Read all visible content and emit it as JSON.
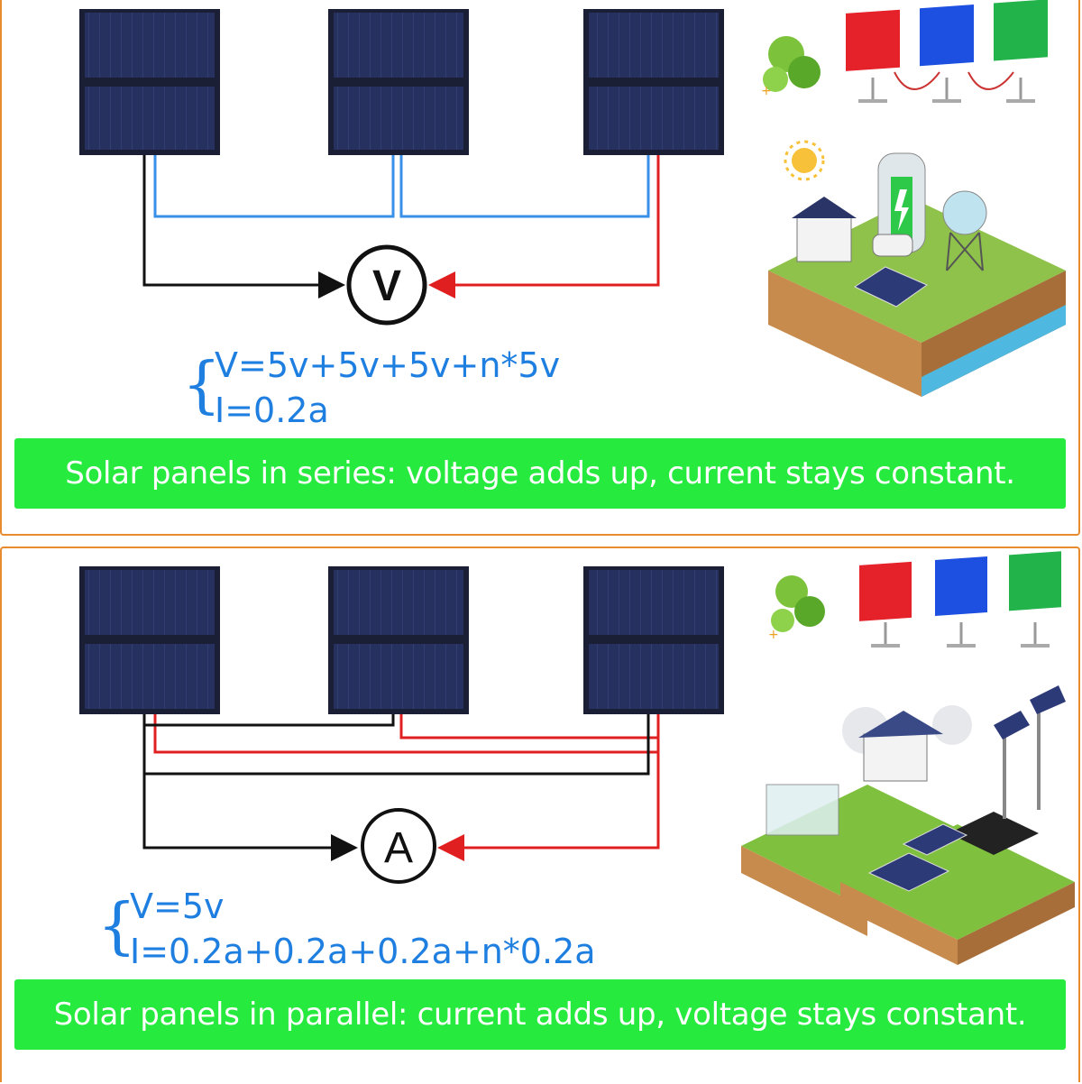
{
  "series": {
    "meter_symbol": "V",
    "formula": {
      "voltage": "V=5v+5v+5v+n*5v",
      "current": "I=0.2a"
    },
    "caption": "Solar panels in series: voltage adds up, current stays constant."
  },
  "parallel": {
    "meter_symbol": "A",
    "formula": {
      "voltage": "V=5v",
      "current": "I=0.2a+0.2a+0.2a+n*0.2a"
    },
    "caption": "Solar panels in parallel: current adds up, voltage stays constant."
  },
  "colors": {
    "frame": "#e88a2e",
    "caption_bg": "#27ea3f",
    "formula_text": "#1e7fe0",
    "wire_positive": "#e02020",
    "wire_negative": "#111111",
    "wire_series_link": "#3a8fe8",
    "panel_cell": "#1f2a55"
  },
  "icons": [
    "solar-panel-icon",
    "voltmeter-icon",
    "ammeter-icon",
    "rgb-solar-panels-icon",
    "green-plant-icon",
    "solar-farm-illustration",
    "solar-installation-illustration",
    "sun-icon"
  ]
}
